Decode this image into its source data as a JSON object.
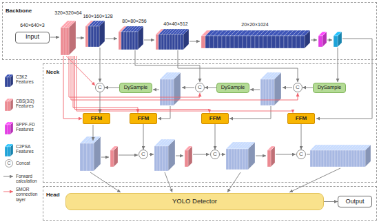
{
  "diagram": {
    "nodes": [
      {
        "text": [
          "Backbone"
        ]
      },
      {
        "text": [
          "Input"
        ],
        "in": 0
      },
      {
        "text": [
          "Neck"
        ]
      },
      {
        "text": [
          "C"
        ],
        "in": 2
      },
      {
        "text": [
          "DySample"
        ],
        "in": 2
      },
      {
        "text": [
          "C"
        ],
        "in": 2
      },
      {
        "text": [
          "DySample"
        ],
        "in": 2
      },
      {
        "text": [
          "C"
        ],
        "in": 2
      },
      {
        "text": [
          "DySample"
        ],
        "in": 2
      },
      {
        "text": [
          "FFM"
        ],
        "in": 2
      },
      {
        "text": [
          "FFM"
        ],
        "in": 2
      },
      {
        "text": [
          "FFM"
        ],
        "in": 2
      },
      {
        "text": [
          "FFM"
        ],
        "in": 2
      },
      {
        "text": [
          "C"
        ],
        "in": 2
      },
      {
        "text": [
          "C"
        ],
        "in": 2
      },
      {
        "text": [
          "C"
        ],
        "in": 2
      },
      {
        "text": [
          "Head"
        ]
      },
      {
        "text": [
          "YOLO Detector"
        ],
        "in": 16
      },
      {
        "text": [
          "Output"
        ],
        "in": 16
      }
    ],
    "edges": [
      {
        "from": 8,
        "to": 7,
        "arrow": "to"
      },
      {
        "from": 6,
        "to": 5,
        "arrow": "to"
      },
      {
        "from": 4,
        "to": 3,
        "arrow": "to"
      },
      {
        "from": 3,
        "to": 9,
        "arrow": "to"
      },
      {
        "from": 10,
        "to": 13,
        "arrow": "to"
      },
      {
        "from": 11,
        "to": 14,
        "arrow": "to"
      },
      {
        "from": 12,
        "to": 15,
        "arrow": "to"
      },
      {
        "from": 17,
        "to": 18,
        "arrow": "to"
      }
    ],
    "labels": [
      "640×640×3",
      "320×320×64",
      "160×160×128",
      "80×80×256",
      "40×40×512",
      "20×20×1024",
      "C"
    ],
    "legend": [
      {
        "text": "C3K2 Features",
        "color": "#34479a"
      },
      {
        "text": "CBS(3/2) Features",
        "color": "#ec8a92"
      },
      {
        "text": "SPPF-FD Features",
        "color": "#e33de3"
      },
      {
        "text": "C2PSA Features",
        "color": "#1ea3d8"
      },
      {
        "text": "Concat"
      },
      {
        "text": "Forward calculation"
      },
      {
        "text": "SMOR connection layer"
      }
    ]
  }
}
